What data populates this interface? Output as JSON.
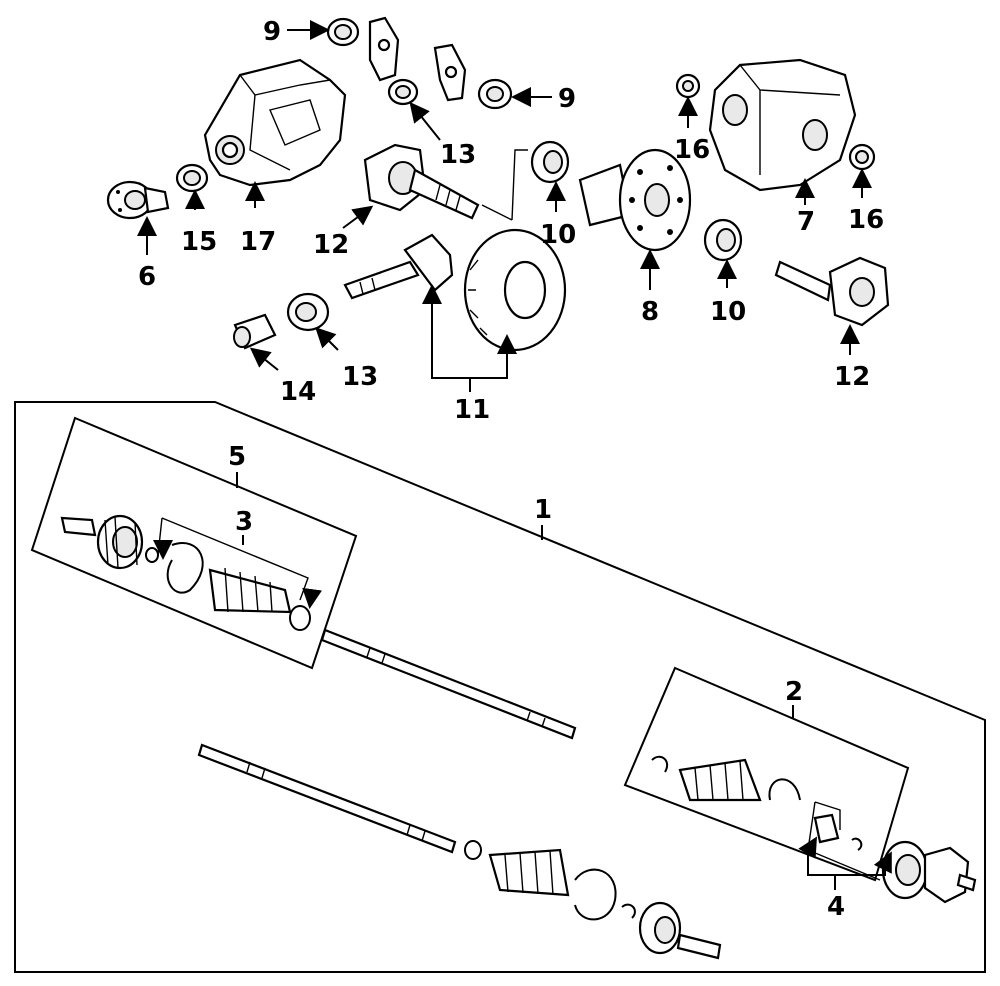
{
  "callouts": {
    "c1": "1",
    "c2": "2",
    "c3": "3",
    "c4": "4",
    "c5": "5",
    "c6": "6",
    "c7": "7",
    "c8": "8",
    "c9a": "9",
    "c9b": "9",
    "c10a": "10",
    "c10b": "10",
    "c11": "11",
    "c12a": "12",
    "c12b": "12",
    "c13a": "13",
    "c13b": "13",
    "c14": "14",
    "c15": "15",
    "c16a": "16",
    "c16b": "16",
    "c17": "17"
  },
  "colors": {
    "ink": "#000000",
    "paper": "#ffffff",
    "shade": "#e9e9e9"
  }
}
